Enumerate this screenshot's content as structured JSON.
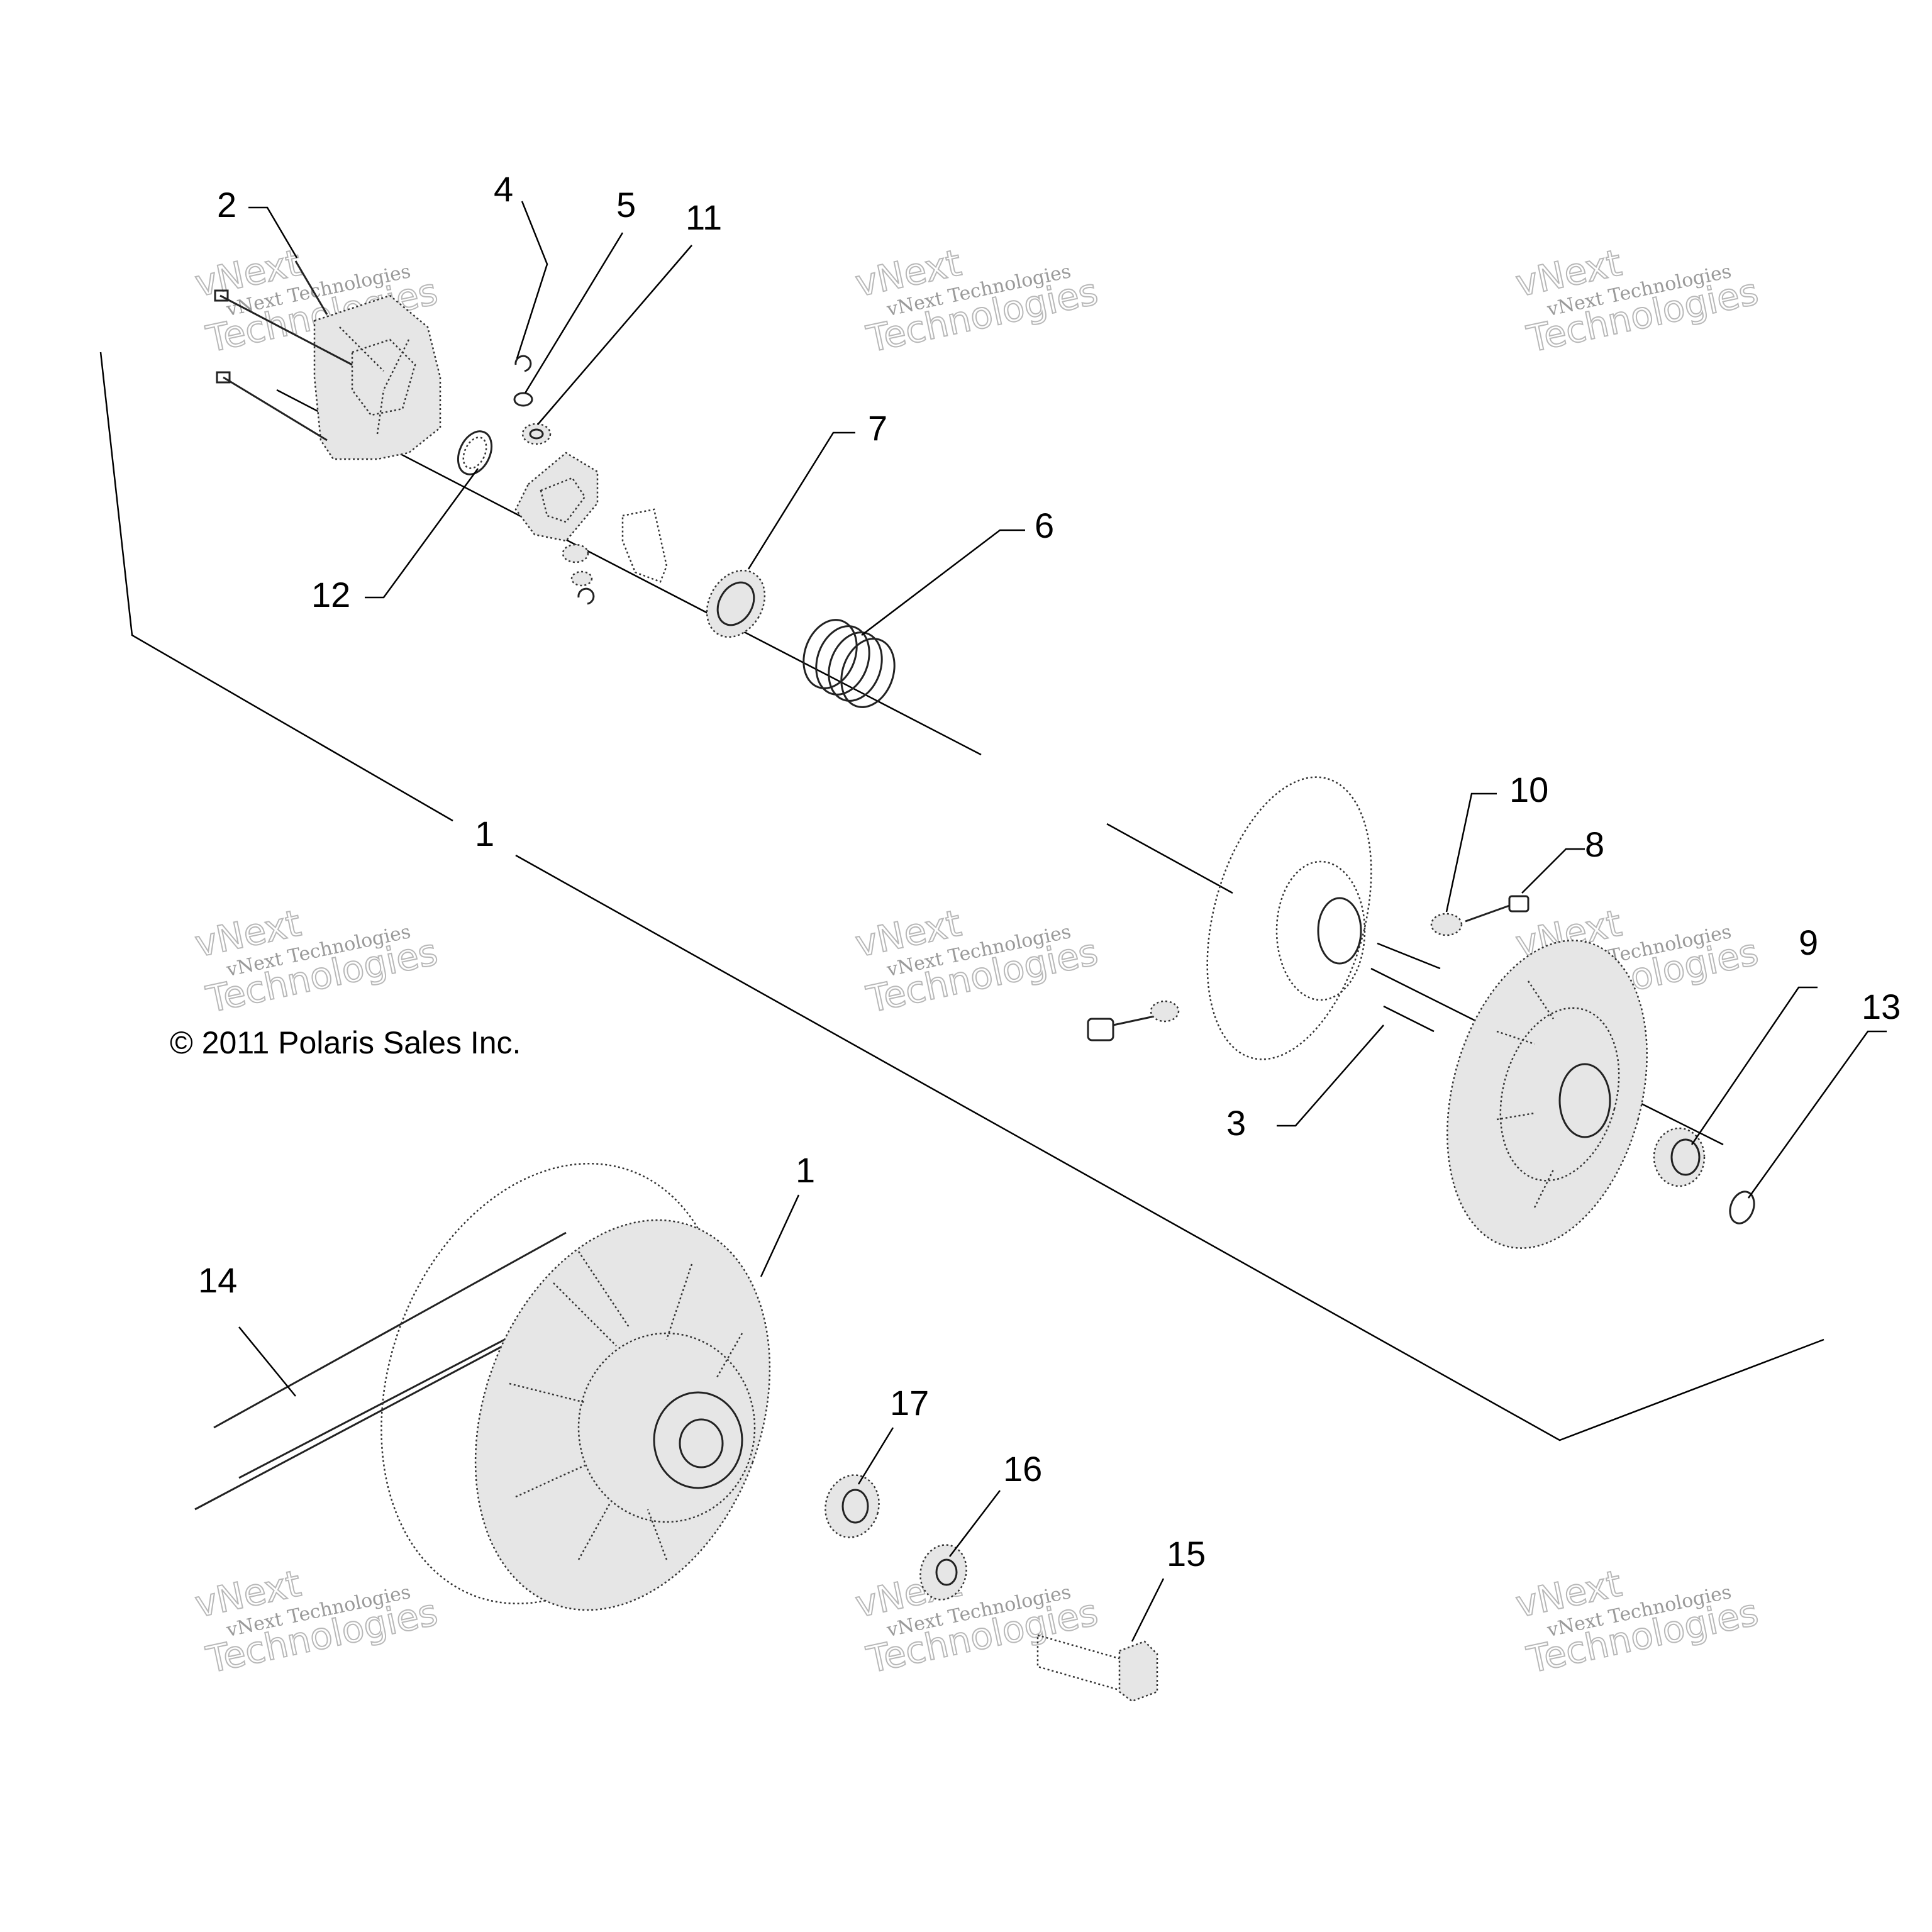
{
  "copyright": "© 2011 Polaris Sales Inc.",
  "watermark": {
    "line1": "vNext Technologies",
    "line2": "Technologies",
    "line0": "vNext"
  },
  "callouts": {
    "c1a": "1",
    "c1b": "1",
    "c2": "2",
    "c3": "3",
    "c4": "4",
    "c5": "5",
    "c6": "6",
    "c7": "7",
    "c8": "8",
    "c9": "9",
    "c10": "10",
    "c11": "11",
    "c12": "12",
    "c13": "13",
    "c14": "14",
    "c15": "15",
    "c16": "16",
    "c17": "17"
  }
}
